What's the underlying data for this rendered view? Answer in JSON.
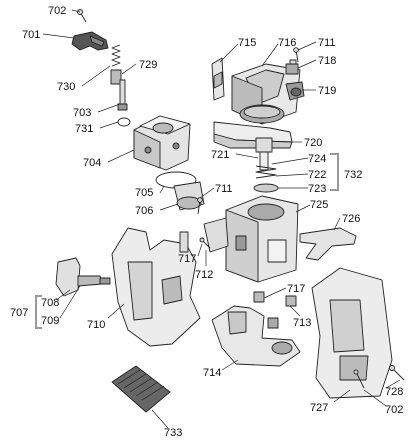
{
  "diagram": {
    "labels": [
      {
        "id": "l702a",
        "text": "702"
      },
      {
        "id": "l701",
        "text": "701"
      },
      {
        "id": "l729",
        "text": "729"
      },
      {
        "id": "l730",
        "text": "730"
      },
      {
        "id": "l703",
        "text": "703"
      },
      {
        "id": "l731",
        "text": "731"
      },
      {
        "id": "l704",
        "text": "704"
      },
      {
        "id": "l705",
        "text": "705"
      },
      {
        "id": "l706",
        "text": "706"
      },
      {
        "id": "l711a",
        "text": "711"
      },
      {
        "id": "l715",
        "text": "715"
      },
      {
        "id": "l716",
        "text": "716"
      },
      {
        "id": "l711b",
        "text": "711"
      },
      {
        "id": "l718",
        "text": "718"
      },
      {
        "id": "l719",
        "text": "719"
      },
      {
        "id": "l720",
        "text": "720"
      },
      {
        "id": "l721",
        "text": "721"
      },
      {
        "id": "l724",
        "text": "724"
      },
      {
        "id": "l722",
        "text": "722"
      },
      {
        "id": "l723",
        "text": "723"
      },
      {
        "id": "l732",
        "text": "732"
      },
      {
        "id": "l725",
        "text": "725"
      },
      {
        "id": "l726",
        "text": "726"
      },
      {
        "id": "l717a",
        "text": "717"
      },
      {
        "id": "l712",
        "text": "712"
      },
      {
        "id": "l717b",
        "text": "717"
      },
      {
        "id": "l713",
        "text": "713"
      },
      {
        "id": "l708",
        "text": "708"
      },
      {
        "id": "l707",
        "text": "707"
      },
      {
        "id": "l709",
        "text": "709"
      },
      {
        "id": "l710",
        "text": "710"
      },
      {
        "id": "l714",
        "text": "714"
      },
      {
        "id": "l728",
        "text": "728"
      },
      {
        "id": "l727",
        "text": "727"
      },
      {
        "id": "l702b",
        "text": "702"
      },
      {
        "id": "l733",
        "text": "733"
      }
    ]
  }
}
